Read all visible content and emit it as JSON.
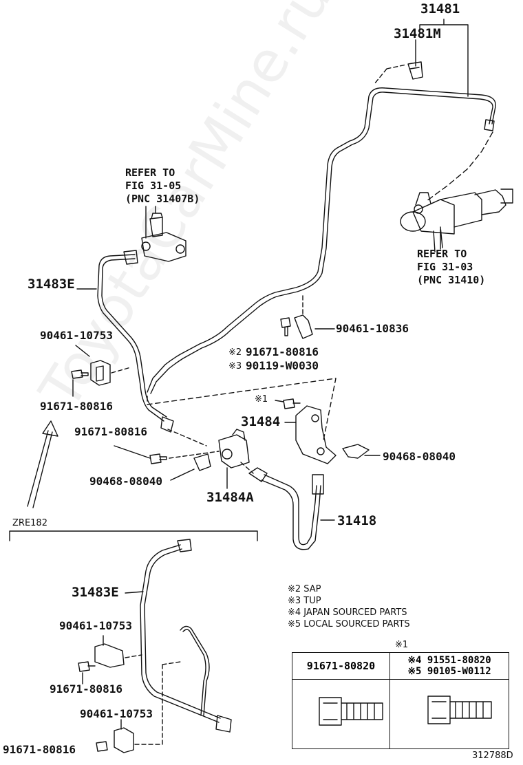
{
  "diagram_id": "312788D",
  "watermark": "ToyotaCarMine.ru",
  "labels": {
    "assembly": "31481",
    "clip": "31481M",
    "refer_top_1": "REFER TO",
    "refer_top_2": "FIG 31-05",
    "refer_top_3": "(PNC 31407B)",
    "refer_right_1": "REFER TO",
    "refer_right_2": "FIG 31-03",
    "refer_right_3": "(PNC 31410)",
    "tube_main": "31483E",
    "bracket_left": "90461-10753",
    "bolt_left": "91671-80816",
    "bracket_mid": "90461-10836",
    "note2_part": "91671-80816",
    "note3_part": "90119-W0030",
    "note1_mark": "※1",
    "bracket_31484": "31484",
    "bolt_center": "91671-80816",
    "clip_left": "90468-08040",
    "clip_right": "90468-08040",
    "bracket_31484a": "31484A",
    "hose": "31418",
    "variant": "ZRE182",
    "tube_lower": "31483E",
    "bracket_lower_1": "90461-10753",
    "bolt_lower_1": "91671-80816",
    "bracket_lower_2": "90461-10753",
    "bolt_lower_2": "91671-80816",
    "mark2": "※2",
    "mark3": "※3"
  },
  "notes": [
    "※2 SAP",
    "※3 TUP",
    "※4 JAPAN SOURCED PARTS",
    "※5 LOCAL SOURCED PARTS"
  ],
  "table": {
    "title": "※1",
    "col1": "91671-80820",
    "col2_line1": "※4 91551-80820",
    "col2_line2": "※5 90105-W0112"
  }
}
